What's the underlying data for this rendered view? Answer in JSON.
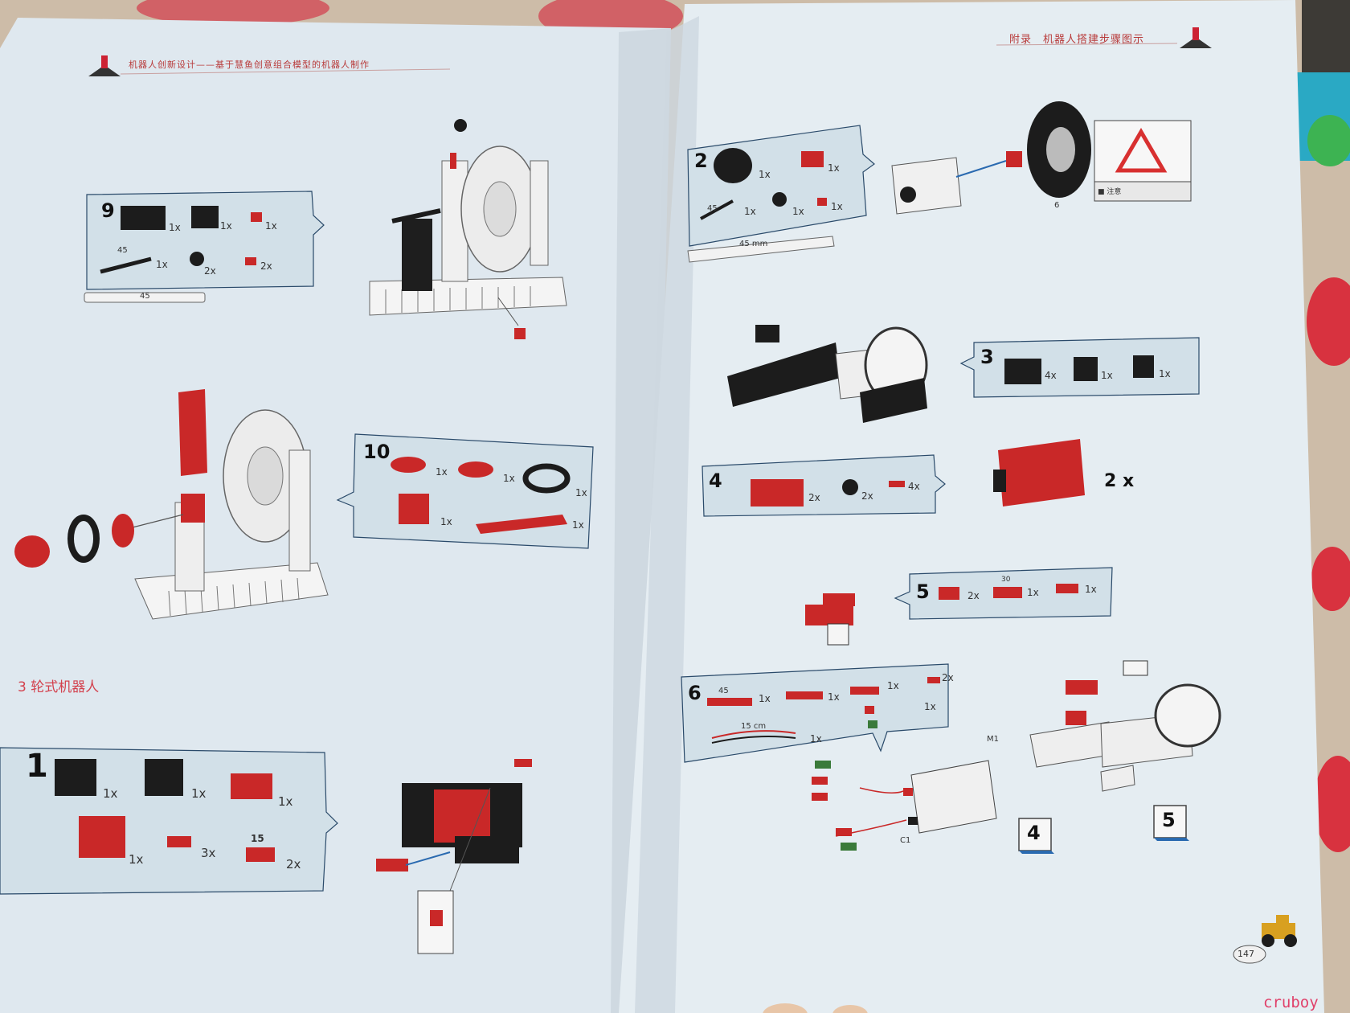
{
  "left_page": {
    "header": "机器人创新设计——基于慧鱼创意组合模型的机器人制作",
    "section_title": "3 轮式机器人",
    "step9": {
      "number": "9",
      "qty": [
        "1x",
        "1x",
        "1x",
        "1x",
        "2x",
        "2x"
      ],
      "length_label_top": "45",
      "length_label_bottom": "45"
    },
    "step10": {
      "number": "10",
      "qty": [
        "1x",
        "1x",
        "1x",
        "1x",
        "1x"
      ]
    },
    "step1": {
      "number": "1",
      "qty": [
        "1x",
        "1x",
        "1x",
        "1x",
        "3x",
        "2x"
      ],
      "size_label": "15"
    }
  },
  "right_page": {
    "header": "附录　机器人搭建步骤图示",
    "step2": {
      "number": "2",
      "qty": [
        "1x",
        "1x",
        "1x",
        "1x",
        "1x"
      ],
      "length_label": "45",
      "ruler_label": "45 mm",
      "callout_num": "6",
      "note": "■ 注意"
    },
    "step3": {
      "number": "3",
      "qty": [
        "4x",
        "1x",
        "1x"
      ]
    },
    "step4": {
      "number": "4",
      "qty": [
        "2x",
        "2x",
        "4x"
      ],
      "result_qty": "2 x"
    },
    "step5": {
      "number": "5",
      "qty": [
        "2x",
        "1x",
        "1x"
      ],
      "size_label": "30"
    },
    "step6": {
      "number": "6",
      "qty": [
        "1x",
        "1x",
        "1x",
        "2x",
        "1x",
        "1x"
      ],
      "length_label": "45",
      "cable_label": "15 cm",
      "motor_label": "M1",
      "connector_label": "C1"
    },
    "ref_box_4": "4",
    "ref_box_5": "5",
    "page_number": "147"
  },
  "watermark": "cruboy"
}
